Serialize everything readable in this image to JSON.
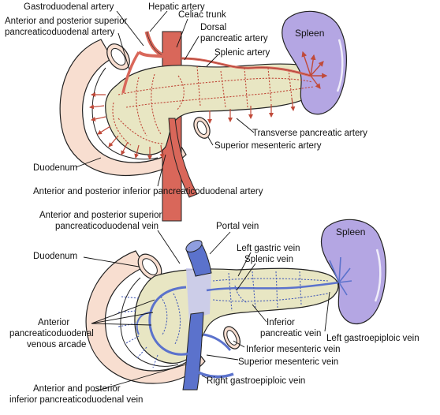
{
  "colors": {
    "pancreas": "#e8e6c3",
    "duodenum": "#f8ded0",
    "spleen": "#b4a6e3",
    "artery": "#d9675a",
    "artery_dark": "#b23d2f",
    "vein": "#5b72cc",
    "vein_light": "#c7c8ee"
  },
  "top_diagram": {
    "labels": {
      "gastroduodenal_artery": "Gastroduodenal artery",
      "hepatic_artery": "Hepatic artery",
      "celiac_trunk": "Celiac trunk",
      "ant_post_sup_pd_artery_line1": "Anterior and posterior superior",
      "ant_post_sup_pd_artery_line2": "pancreaticoduodenal artery",
      "dorsal_pancreatic_artery_line1": "Dorsal",
      "dorsal_pancreatic_artery_line2": "pancreatic artery",
      "splenic_artery": "Splenic artery",
      "spleen": "Spleen",
      "transverse_pancreatic_artery": "Transverse pancreatic artery",
      "superior_mesenteric_artery": "Superior mesenteric artery",
      "duodenum": "Duodenum",
      "ant_post_inf_pd_artery": "Anterior and posterior inferior pancreaticoduodenal artery"
    }
  },
  "bottom_diagram": {
    "labels": {
      "ant_post_sup_pd_vein_line1": "Anterior and posterior superior",
      "ant_post_sup_pd_vein_line2": "pancreaticoduodenal vein",
      "portal_vein": "Portal vein",
      "spleen": "Spleen",
      "duodenum": "Duodenum",
      "left_gastric_vein": "Left gastric vein",
      "splenic_vein": "Splenic vein",
      "anterior_arcade_line1": "Anterior",
      "anterior_arcade_line2": "pancreaticoduodenal",
      "anterior_arcade_line3": "venous arcade",
      "inferior_pancreatic_vein_line1": "Inferior",
      "inferior_pancreatic_vein_line2": "pancreatic vein",
      "left_gastroepiploic_vein": "Left gastroepiploic vein",
      "inferior_mesenteric_vein": "Inferior mesenteric vein",
      "superior_mesenteric_vein": "Superior mesenteric vein",
      "ant_post_inf_pd_vein_line1": "Anterior and posterior",
      "ant_post_inf_pd_vein_line2": "inferior pancreaticoduodenal vein",
      "right_gastroepiploic_vein": "Right gastroepiploic vein"
    }
  }
}
